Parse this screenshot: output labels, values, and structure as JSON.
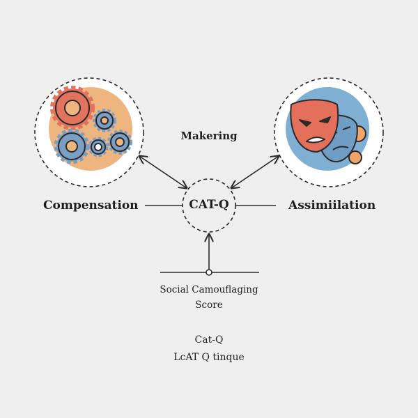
{
  "nodes": {
    "left": {
      "label": "Compensation",
      "icon": "gears-icon"
    },
    "right": {
      "label": "Assimiilation",
      "icon": "theater-masks-icon"
    },
    "center": {
      "label": "CAT-Q"
    },
    "top": {
      "label": "Makering"
    }
  },
  "score": {
    "line1": "Social Camouflaging",
    "line2": "Score"
  },
  "footer": {
    "line1": "Cat-Q",
    "line2": "LcAT Q tinque"
  },
  "colors": {
    "gear_red": "#e2735f",
    "gear_blue": "#7b9fc4",
    "left_disc": "#efb57f",
    "right_disc": "#7fafd3",
    "mask_red": "#e4705c",
    "mask_blue": "#6f9dc4",
    "mask_orange": "#f0a56b",
    "ink": "#2a2a2a"
  }
}
